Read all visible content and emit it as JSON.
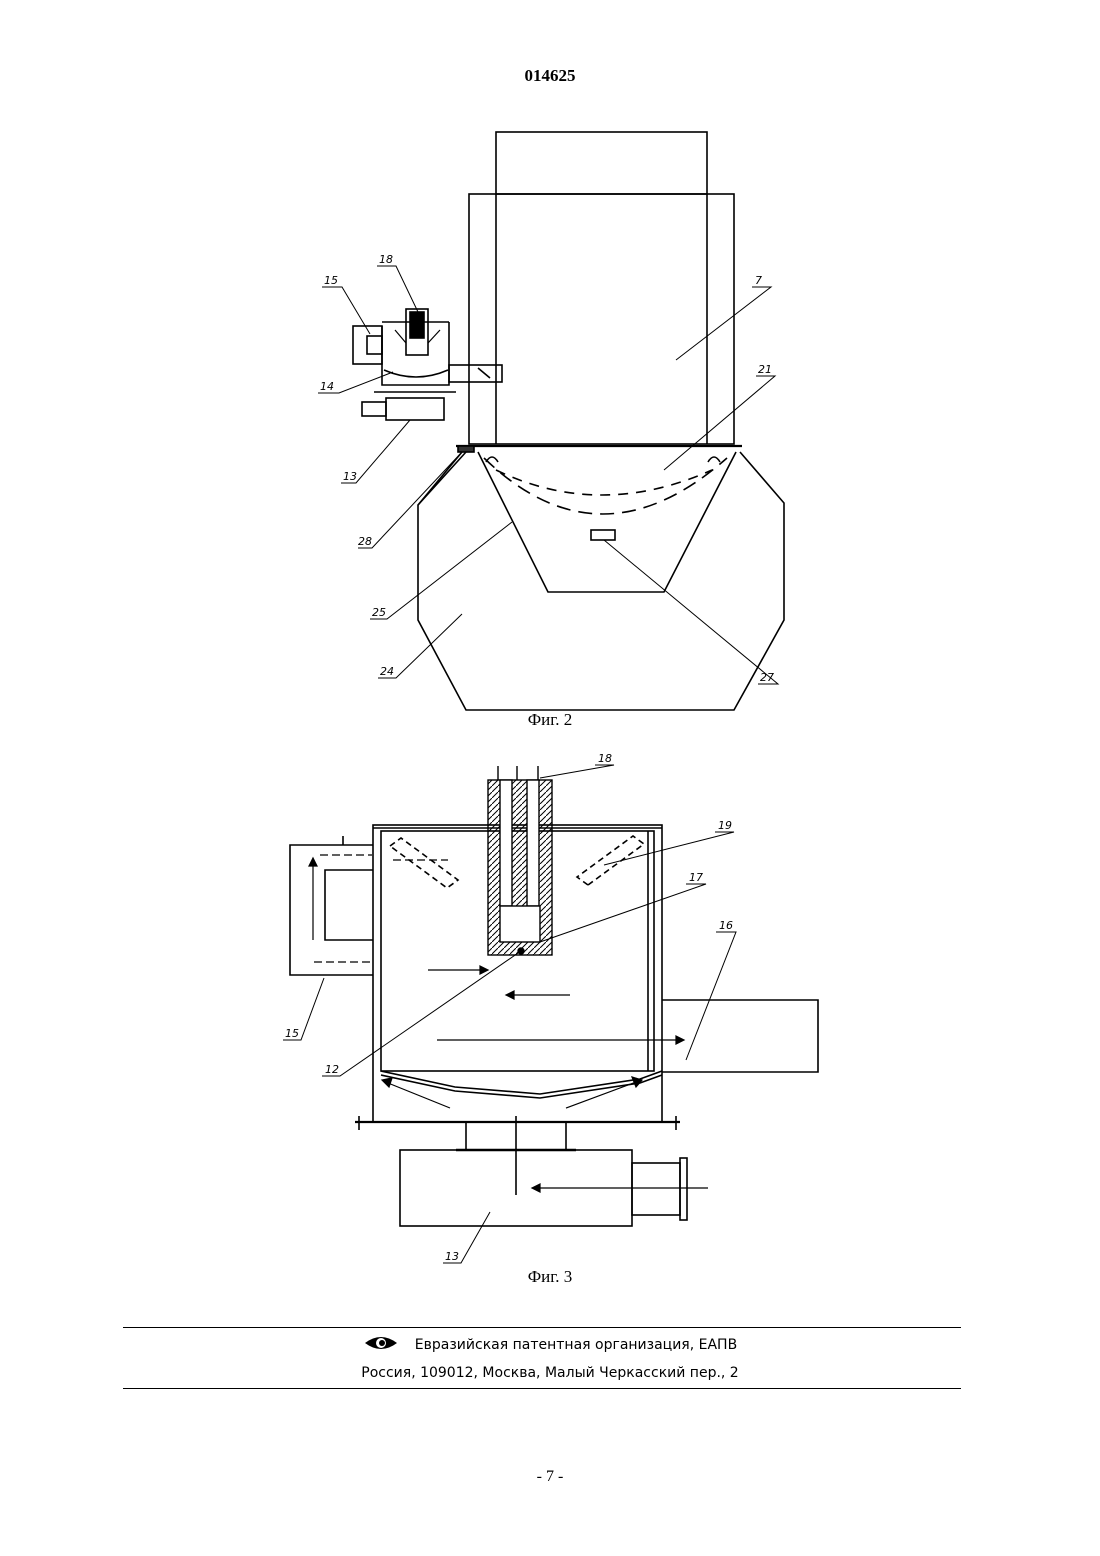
{
  "header": {
    "doc_number": "014625"
  },
  "figures": [
    {
      "caption": "Фиг. 2",
      "labels": {
        "l7": "7",
        "l15": "15",
        "l18": "18",
        "l14": "14",
        "l13": "13",
        "l21": "21",
        "l28": "28",
        "l25": "25",
        "l24": "24",
        "l27": "27"
      }
    },
    {
      "caption": "Фиг. 3",
      "labels": {
        "l18": "18",
        "l19": "19",
        "l17": "17",
        "l16": "16",
        "l15": "15",
        "l12": "12",
        "l13": "13"
      }
    }
  ],
  "footer": {
    "logo_icon": "eapo-eye-logo",
    "organization": "Евразийская патентная организация, ЕАПВ",
    "address": "Россия, 109012, Москва, Малый Черкасский пер., 2"
  },
  "page_number": "- 7 -"
}
